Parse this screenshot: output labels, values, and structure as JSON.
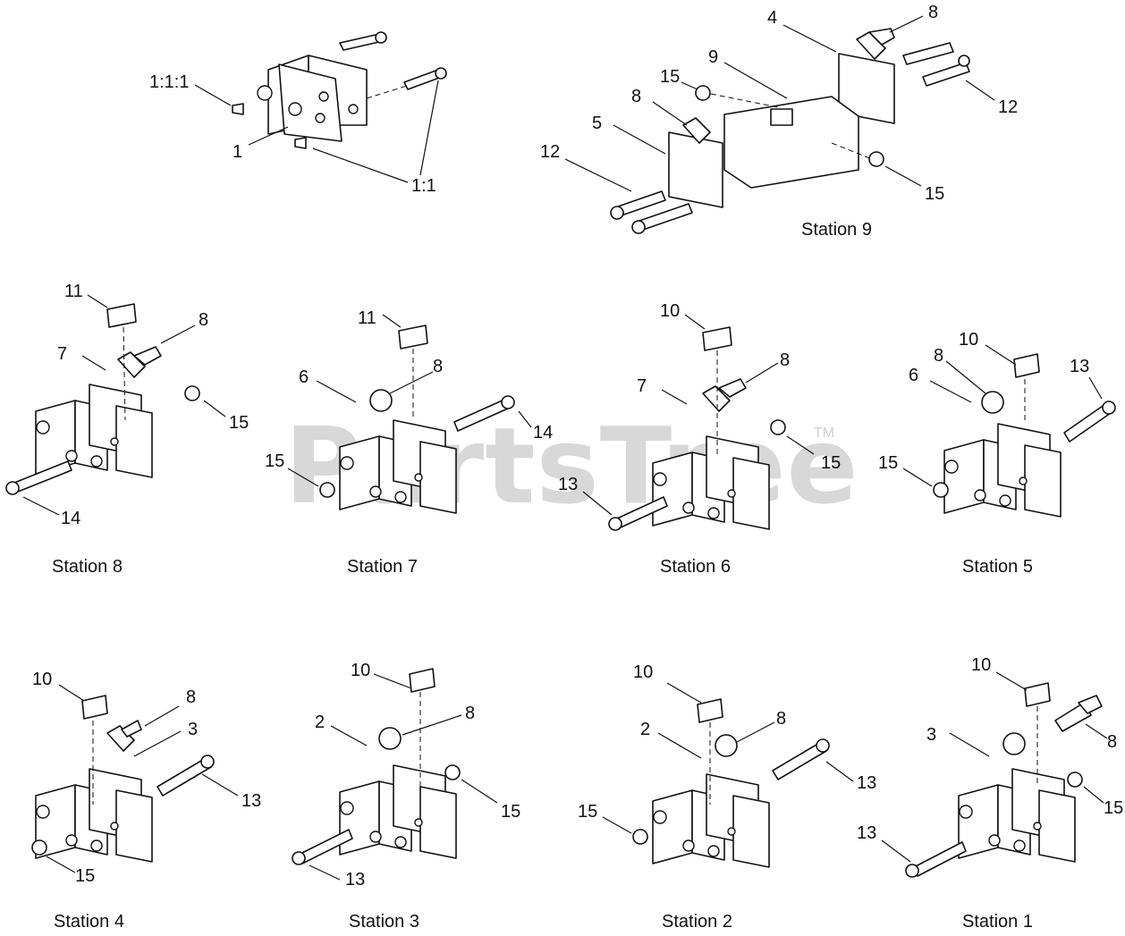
{
  "watermark": {
    "brand": "PartsTree",
    "trademark": "TM"
  },
  "stations": [
    {
      "id": "station-9",
      "caption": "Station 9",
      "callouts": [
        "4",
        "8",
        "9",
        "15",
        "8",
        "5",
        "12",
        "12",
        "15"
      ]
    },
    {
      "id": "hinge-assembly",
      "callouts": [
        "1:1:1",
        "1",
        "1:1"
      ]
    },
    {
      "id": "station-8",
      "caption": "Station 8",
      "callouts": [
        "11",
        "8",
        "7",
        "15",
        "14"
      ]
    },
    {
      "id": "station-7",
      "caption": "Station 7",
      "callouts": [
        "11",
        "8",
        "6",
        "14",
        "15"
      ]
    },
    {
      "id": "station-6",
      "caption": "Station 6",
      "callouts": [
        "10",
        "8",
        "7",
        "15",
        "13"
      ]
    },
    {
      "id": "station-5",
      "caption": "Station 5",
      "callouts": [
        "10",
        "13",
        "8",
        "6",
        "15"
      ]
    },
    {
      "id": "station-4",
      "caption": "Station 4",
      "callouts": [
        "10",
        "8",
        "3",
        "13",
        "15"
      ]
    },
    {
      "id": "station-3",
      "caption": "Station 3",
      "callouts": [
        "10",
        "8",
        "2",
        "15",
        "13"
      ]
    },
    {
      "id": "station-2",
      "caption": "Station 2",
      "callouts": [
        "10",
        "8",
        "2",
        "13",
        "15"
      ]
    },
    {
      "id": "station-1",
      "caption": "Station 1",
      "callouts": [
        "10",
        "3",
        "8",
        "15",
        "13"
      ]
    }
  ]
}
